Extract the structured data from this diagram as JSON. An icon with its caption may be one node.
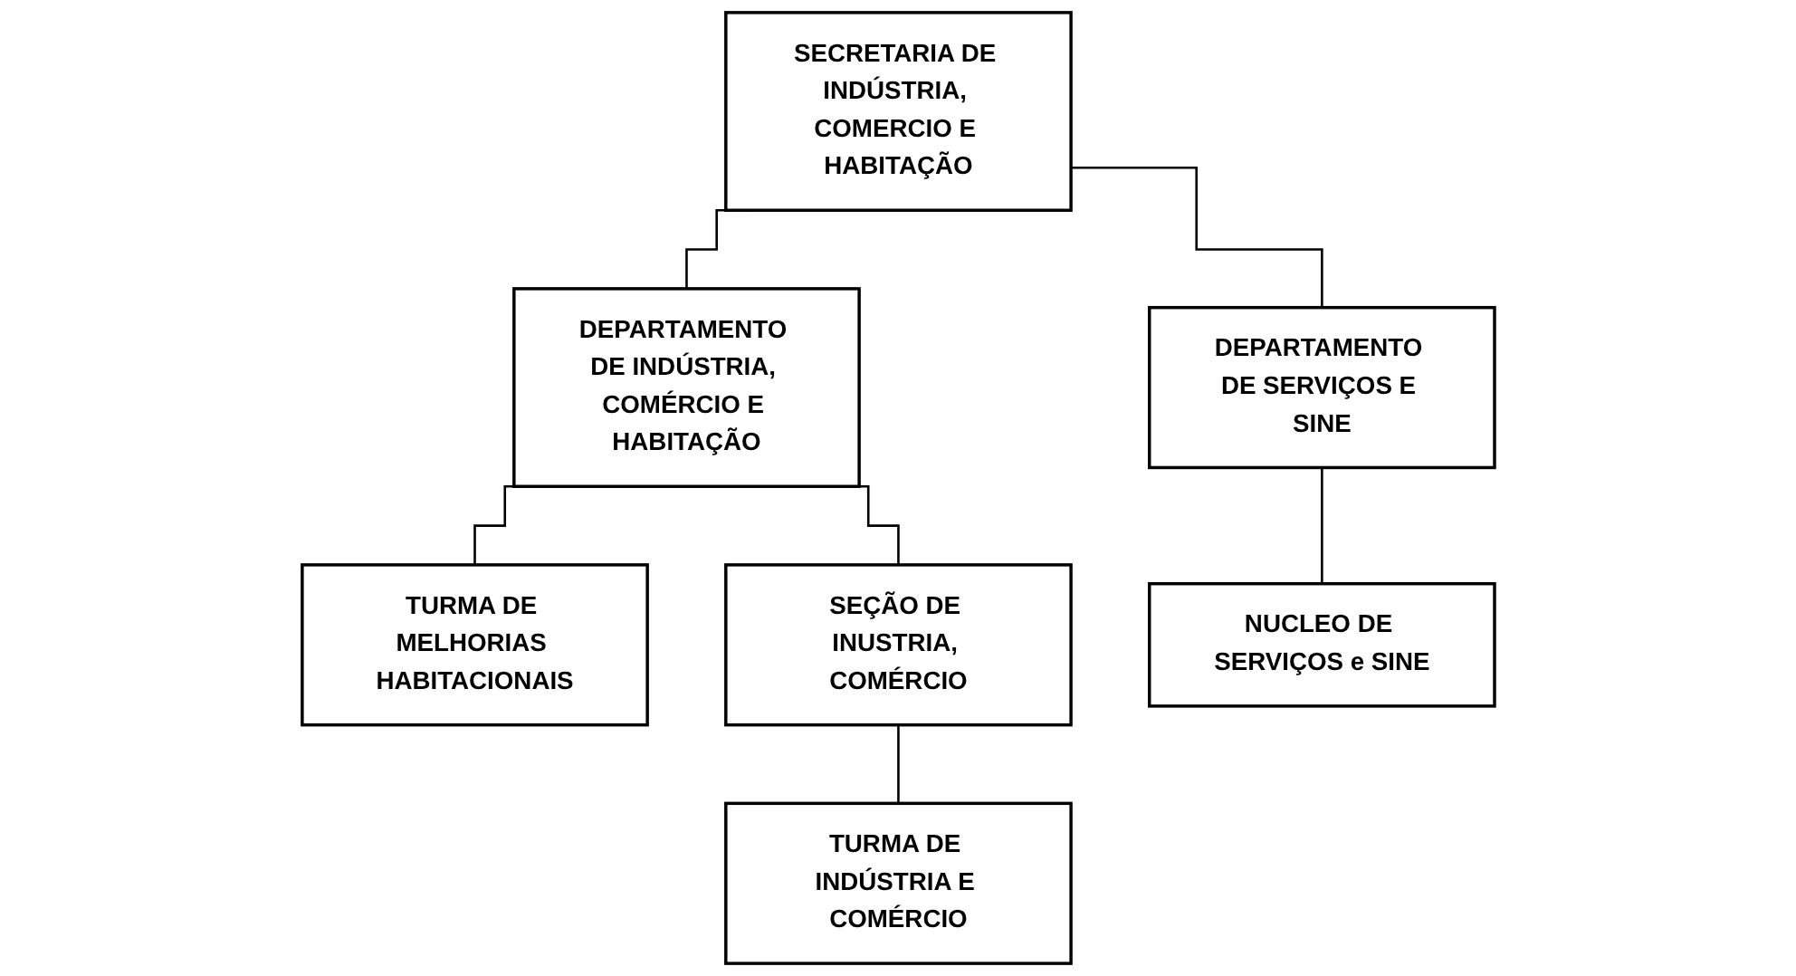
{
  "diagram": {
    "nodes": [
      {
        "text": [
          "SECRETARIA DE INDÚSTRIA, COMERCIO E HABITAÇÃO"
        ]
      },
      {
        "text": [
          "DEPARTAMENTO DE INDÚSTRIA, COMÉRCIO E HABITAÇÃO"
        ]
      },
      {
        "text": [
          "DEPARTAMENTO DE SERVIÇOS E SINE"
        ]
      },
      {
        "text": [
          "TURMA DE MELHORIAS HABITACIONAIS"
        ]
      },
      {
        "text": [
          "SEÇÃO **DE INUSTRIA, COMÉRCIO**"
        ]
      },
      {
        "text": [
          "TURMA DE INDÚSTRIA E COMÉRCIO"
        ]
      },
      {
        "text": [
          "NUCLEO DE SERVIÇOS e SINE"
        ]
      }
    ],
    "edges": [
      {
        "from": 0,
        "to": 1,
        "arrow": "none"
      },
      {
        "from": 0,
        "to": 2,
        "arrow": "none"
      },
      {
        "from": 1,
        "to": 3,
        "arrow": "none"
      },
      {
        "from": 1,
        "to": 4,
        "arrow": "none"
      },
      {
        "from": 4,
        "to": 5,
        "arrow": "none"
      },
      {
        "from": 2,
        "to": 6,
        "arrow": "none"
      }
    ]
  }
}
